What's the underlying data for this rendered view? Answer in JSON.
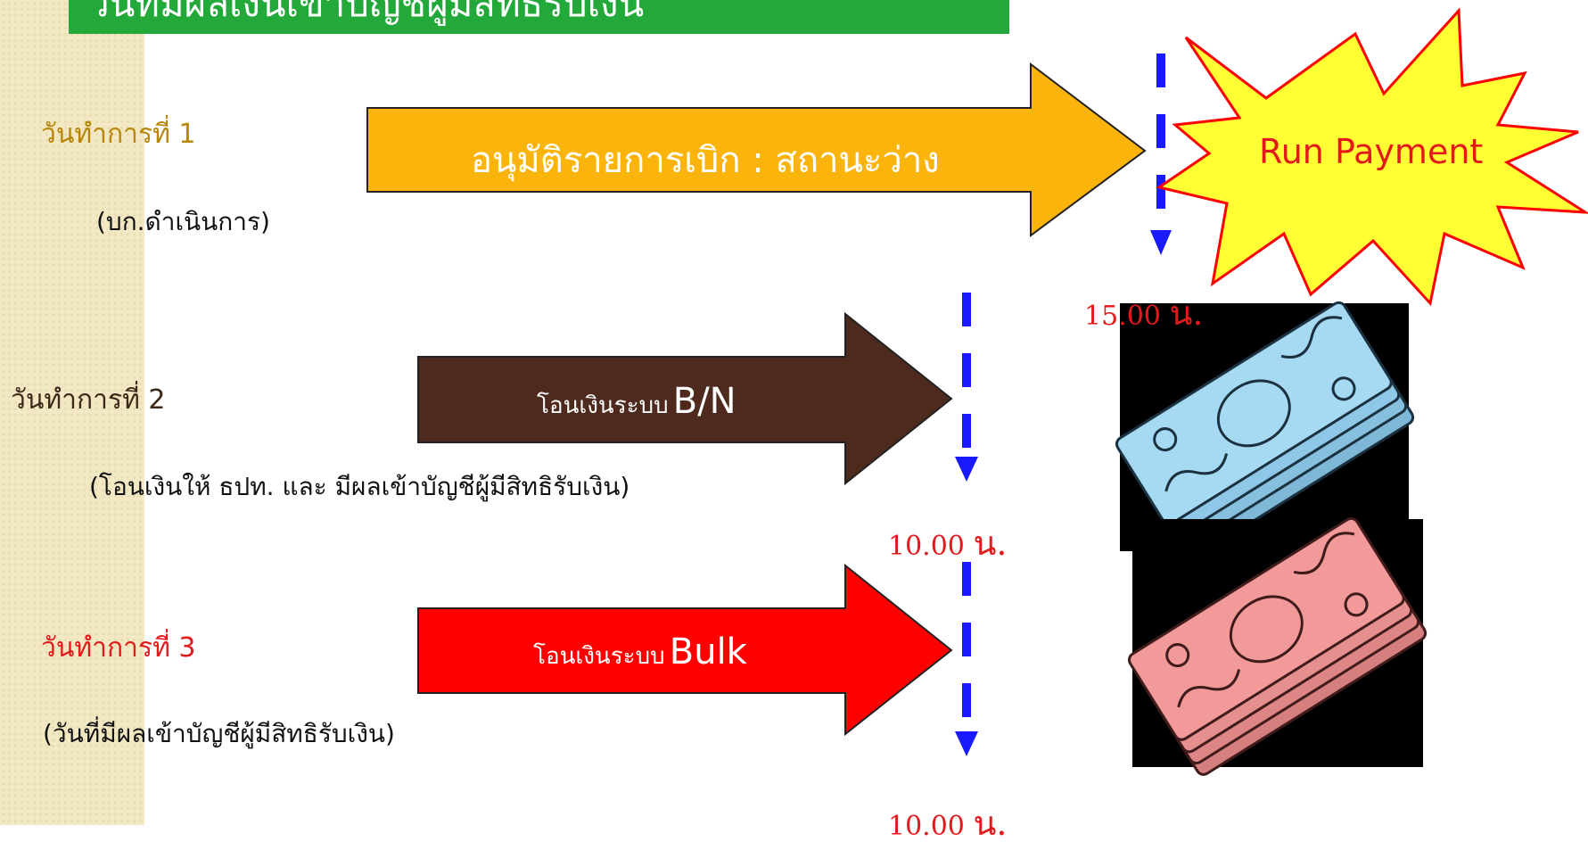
{
  "title": "วันที่มีผลเงินเข้าบัญชีผู้มีสิทธิรับเงิน",
  "steps": [
    {
      "day": "วันทำการที่ 1",
      "note": "(บก.ดำเนินการ)",
      "arrow_label": "อนุมัติรายการเบิก : สถานะว่าง",
      "arrow_color": "#fbb40b",
      "cutoff_time": "15.00",
      "cutoff_unit": "น."
    },
    {
      "day": "วันทำการที่ 2",
      "note": "(โอนเงินให้ ธปท. และ มีผลเข้าบัญชีผู้มีสิทธิรับเงิน)",
      "arrow_label_small": "โอนเงินระบบ",
      "arrow_label_big": "B/N",
      "arrow_color": "#4e2a1e",
      "cutoff_time": "10.00",
      "cutoff_unit": "น."
    },
    {
      "day": "วันทำการที่ 3",
      "note": "(วันที่มีผลเข้าบัญชีผู้มีสิทธิรับเงิน)",
      "arrow_label_small": "โอนเงินระบบ",
      "arrow_label_big": "Bulk",
      "arrow_color": "#ff0000",
      "cutoff_time": "10.00",
      "cutoff_unit": "น."
    }
  ],
  "burst": {
    "label": "Run Payment",
    "fill": "#ffff33",
    "stroke": "#ff0000"
  },
  "icons": {
    "money_blue": "banknote-stack-icon",
    "money_red": "banknote-stack-icon"
  },
  "colors": {
    "title_bg": "#22a93a",
    "dash_line": "#1a1aff",
    "time_text": "#e31a1c"
  }
}
